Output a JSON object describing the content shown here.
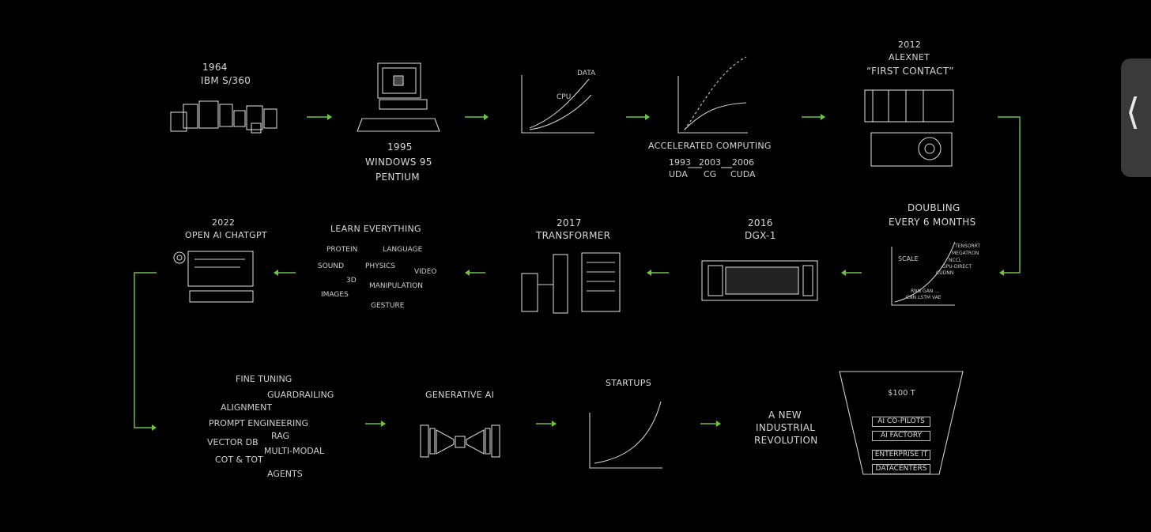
{
  "r1": {
    "ibm": {
      "year": "1964",
      "name": "IBM S/360"
    },
    "win": {
      "year": "1995",
      "name": "WINDOWS 95",
      "chip": "PENTIUM"
    },
    "graph1": {
      "data": "DATA",
      "cpu": "CPU"
    },
    "accel": {
      "title": "ACCELERATED COMPUTING",
      "y1": "1993",
      "y2": "2003",
      "y3": "2006",
      "l1": "UDA",
      "l2": "CG",
      "l3": "CUDA"
    },
    "alexnet": {
      "year": "2012",
      "name": "ALEXNET",
      "tag": "“FIRST CONTACT”"
    }
  },
  "r2": {
    "chatgpt": {
      "year": "2022",
      "name": "OPEN AI CHATGPT"
    },
    "learn": {
      "title": "LEARN EVERYTHING",
      "items": [
        "PROTEIN",
        "LANGUAGE",
        "SOUND",
        "PHYSICS",
        "VIDEO",
        "3D",
        "MANIPULATION",
        "IMAGES",
        "GESTURE"
      ]
    },
    "transformer": {
      "year": "2017",
      "name": "TRANSFORMER"
    },
    "dgx": {
      "year": "2016",
      "name": "DGX-1"
    },
    "doubling": {
      "l1": "DOUBLING",
      "l2": "EVERY 6 MONTHS",
      "scale": "SCALE",
      "a": "TENSORRT",
      "b": "MEGATRON",
      "c": "NCCL",
      "d": "GPU-DIRECT",
      "e": "CUDNN",
      "f": "RNN  GAN ...",
      "g": "CNN LSTM VAE"
    }
  },
  "r3": {
    "stack": [
      "FINE TUNING",
      "GUARDRAILING",
      "ALIGNMENT",
      "PROMPT ENGINEERING",
      "VECTOR DB",
      "RAG",
      "MULTI-MODAL",
      "COT & TOT",
      "AGENTS"
    ],
    "genai": "GENERATIVE AI",
    "startups": "STARTUPS",
    "revolution": {
      "l1": "A NEW",
      "l2": "INDUSTRIAL",
      "l3": "REVOLUTION"
    },
    "funnel": {
      "value": "$100 T",
      "items": [
        "AI CO-PILOTS",
        "AI FACTORY",
        "ENTERPRISE IT",
        "DATACENTERS"
      ]
    }
  },
  "colors": {
    "arrow": "#6cc640",
    "line": "#cfcfcf",
    "bg": "#000000"
  },
  "tab": {
    "icon": "chevron-left-icon",
    "glyph": "⟨"
  }
}
